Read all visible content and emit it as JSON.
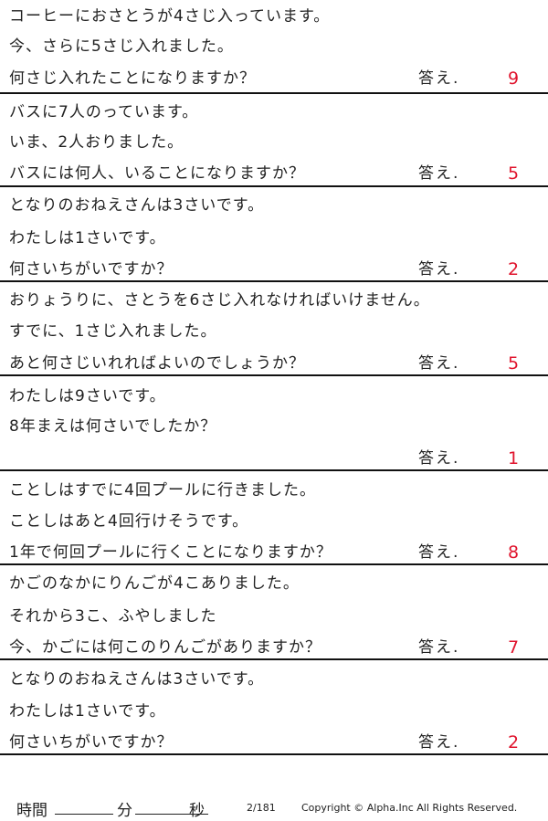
{
  "answer_label": "答え.",
  "problems": [
    {
      "lines": [
        "コーヒーにおさとうが4さじ入っています。",
        "今、さらに5さじ入れました。",
        "何さじ入れたことになりますか？"
      ],
      "answer": "9"
    },
    {
      "lines": [
        "バスに7人のっています。",
        "いま、2人おりました。",
        "バスには何人、いることになりますか？"
      ],
      "answer": "5"
    },
    {
      "lines": [
        "となりのおねえさんは3さいです。",
        "わたしは1さいです。",
        "何さいちがいですか？"
      ],
      "answer": "2"
    },
    {
      "lines": [
        "おりょうりに、さとうを6さじ入れなければいけません。",
        "すでに、1さじ入れました。",
        "あと何さじいれればよいのでしょうか？"
      ],
      "answer": "5"
    },
    {
      "lines": [
        "わたしは9さいです。",
        "8年まえは何さいでしたか？",
        ""
      ],
      "answer": "1"
    },
    {
      "lines": [
        "ことしはすでに4回プールに行きました。",
        "ことしはあと4回行けそうです。",
        "1年で何回プールに行くことになりますか？"
      ],
      "answer": "8"
    },
    {
      "lines": [
        "かごのなかにりんごが4こありました。",
        "それから3こ、ふやしました",
        "今、かごには何このりんごがありますか？"
      ],
      "answer": "7"
    },
    {
      "lines": [
        "となりのおねえさんは3さいです。",
        "わたしは1さいです。",
        "何さいちがいですか？"
      ],
      "answer": "2"
    }
  ],
  "footer": {
    "time_label": "時間",
    "minutes_label": "分",
    "seconds_label": "秒",
    "page": "2/181",
    "copyright": "Copyright ©  Alpha.Inc All Rights Reserved."
  }
}
